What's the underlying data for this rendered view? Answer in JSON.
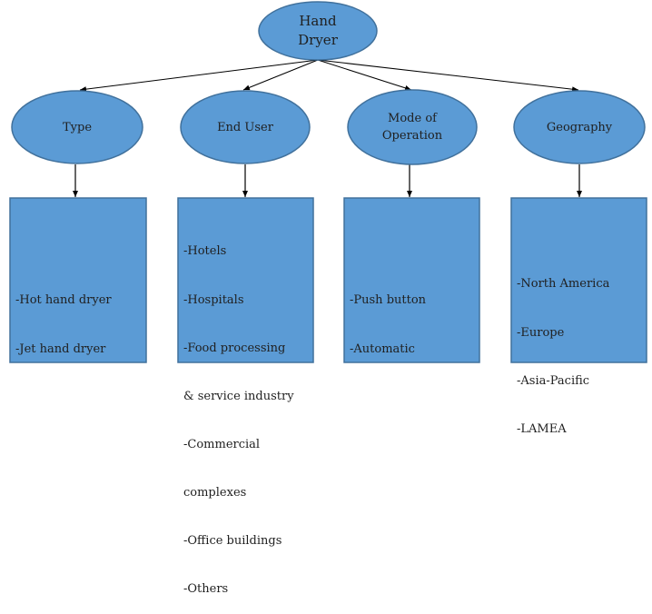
{
  "colors": {
    "fill": "#5b9bd5",
    "stroke": "#41719c",
    "connector": "#000000",
    "text": "#1f1f1f"
  },
  "root": {
    "label_line1": "Hand",
    "label_line2": "Dryer"
  },
  "categories": [
    {
      "label": "Type",
      "items": [
        "-Hot hand dryer",
        "-Jet hand dryer"
      ]
    },
    {
      "label": "End User",
      "items": [
        "-Hotels",
        "-Hospitals",
        "-Food processing",
        "& service industry",
        "-Commercial",
        "complexes",
        "-Office buildings",
        "-Others"
      ]
    },
    {
      "label_line1": "Mode of",
      "label_line2": "Operation",
      "items": [
        "-Push button",
        "-Automatic"
      ]
    },
    {
      "label": "Geography",
      "items": [
        "-North America",
        "-Europe",
        "-Asia-Pacific",
        "-LAMEA"
      ]
    }
  ]
}
